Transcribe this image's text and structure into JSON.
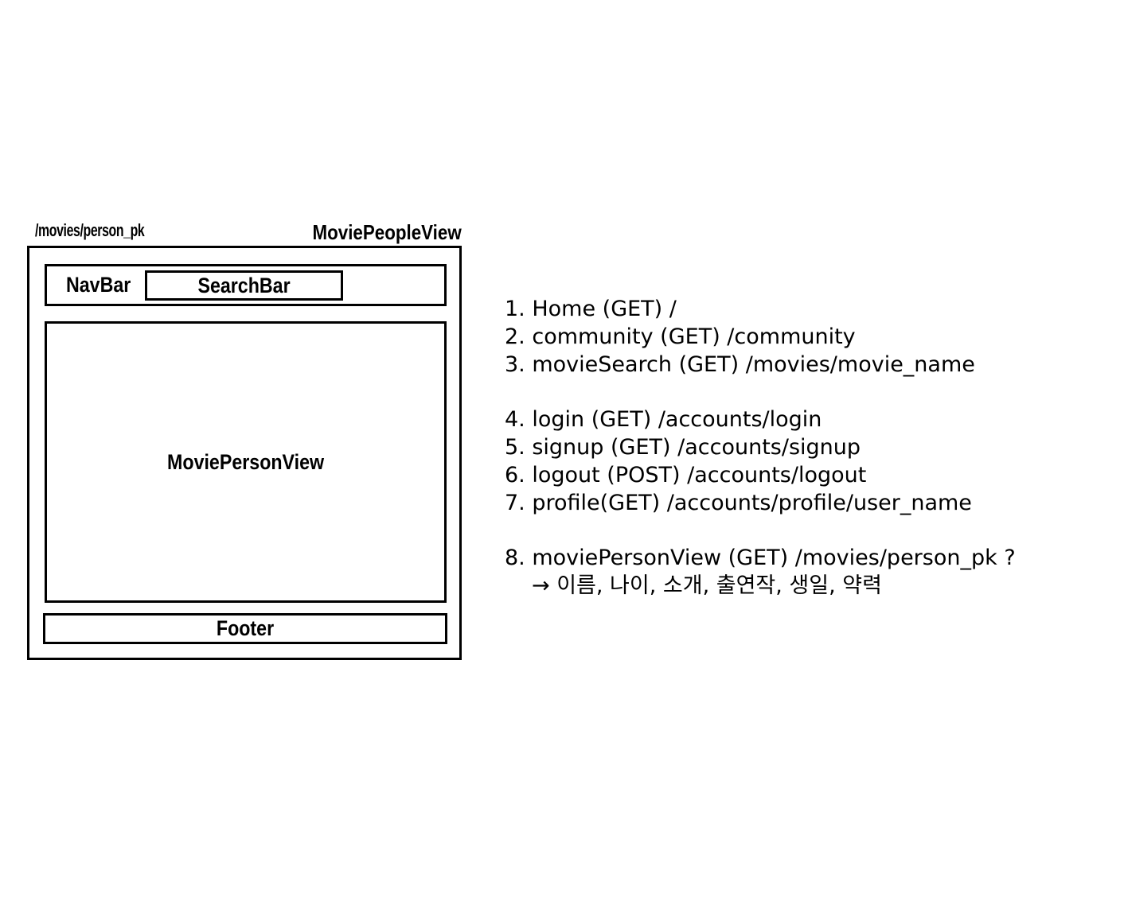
{
  "wireframe": {
    "route": "/movies/person_pk",
    "view_name": "MoviePeopleView",
    "navbar_label": "NavBar",
    "searchbar_label": "SearchBar",
    "main_label": "MoviePersonView",
    "footer_label": "Footer"
  },
  "endpoints": {
    "group1": [
      "1. Home (GET) /",
      "2. community (GET) /community",
      "3. movieSearch (GET) /movies/movie_name"
    ],
    "group2": [
      "4. login (GET) /accounts/login",
      "5. signup (GET) /accounts/signup",
      "6. logout (POST) /accounts/logout",
      "7. profile(GET) /accounts/profile/user_name"
    ],
    "group3": [
      "8. moviePersonView (GET) /movies/person_pk ?"
    ],
    "note": "→ 이름, 나이, 소개, 출연작, 생일, 약력"
  }
}
